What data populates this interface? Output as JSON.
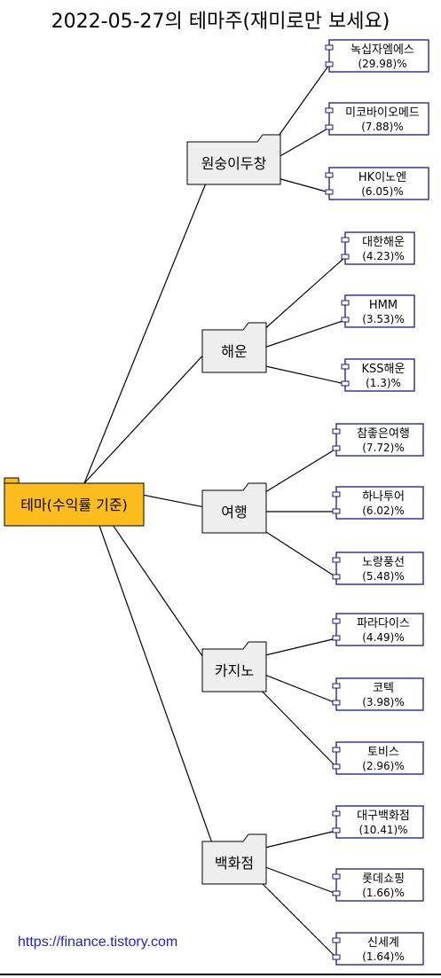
{
  "title": "2022-05-27의 테마주(재미로만 보세요)",
  "root": {
    "label": "테마(수익률 기준)",
    "color": "#ffbc1f"
  },
  "colors": {
    "folder_fill": "#eeeeee",
    "stock_border": "#1a1a7a",
    "link": "#1f1fd6"
  },
  "themes": [
    {
      "name": "원숭이두창",
      "stocks": [
        {
          "name": "녹십자엠에스",
          "pct": "(29.98)%"
        },
        {
          "name": "미코바이오메드",
          "pct": "(7.88)%"
        },
        {
          "name": "HK이노엔",
          "pct": "(6.05)%"
        }
      ]
    },
    {
      "name": "해운",
      "stocks": [
        {
          "name": "대한해운",
          "pct": "(4.23)%"
        },
        {
          "name": "HMM",
          "pct": "(3.53)%"
        },
        {
          "name": "KSS해운",
          "pct": "(1.3)%"
        }
      ]
    },
    {
      "name": "여행",
      "stocks": [
        {
          "name": "참좋은여행",
          "pct": "(7.72)%"
        },
        {
          "name": "하나투어",
          "pct": "(6.02)%"
        },
        {
          "name": "노랑풍선",
          "pct": "(5.48)%"
        }
      ]
    },
    {
      "name": "카지노",
      "stocks": [
        {
          "name": "파라다이스",
          "pct": "(4.49)%"
        },
        {
          "name": "코텍",
          "pct": "(3.98)%"
        },
        {
          "name": "토비스",
          "pct": "(2.96)%"
        }
      ]
    },
    {
      "name": "백화점",
      "stocks": [
        {
          "name": "대구백화점",
          "pct": "(10.41)%"
        },
        {
          "name": "롯데쇼핑",
          "pct": "(1.66)%"
        },
        {
          "name": "신세계",
          "pct": "(1.64)%"
        }
      ]
    }
  ],
  "footer_link": "https://finance.tistory.com"
}
